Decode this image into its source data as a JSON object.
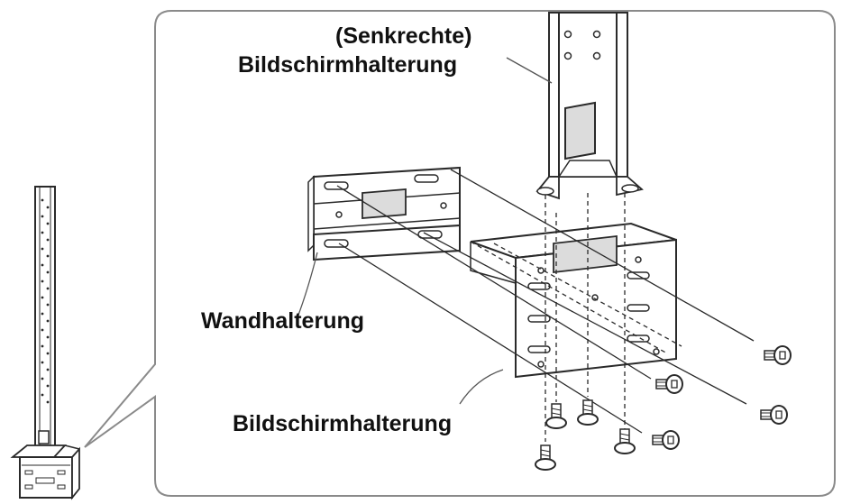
{
  "labels": {
    "vertical_mount_line1": "(Senkrechte)",
    "vertical_mount_line2": "Bildschirmhalterung",
    "wall_bracket": "Wandhalterung",
    "screen_bracket": "Bildschirmhalterung"
  },
  "colors": {
    "stroke": "#2a2a2a",
    "text": "#111111",
    "shade": "#dcdcdc",
    "paper": "#ffffff"
  }
}
